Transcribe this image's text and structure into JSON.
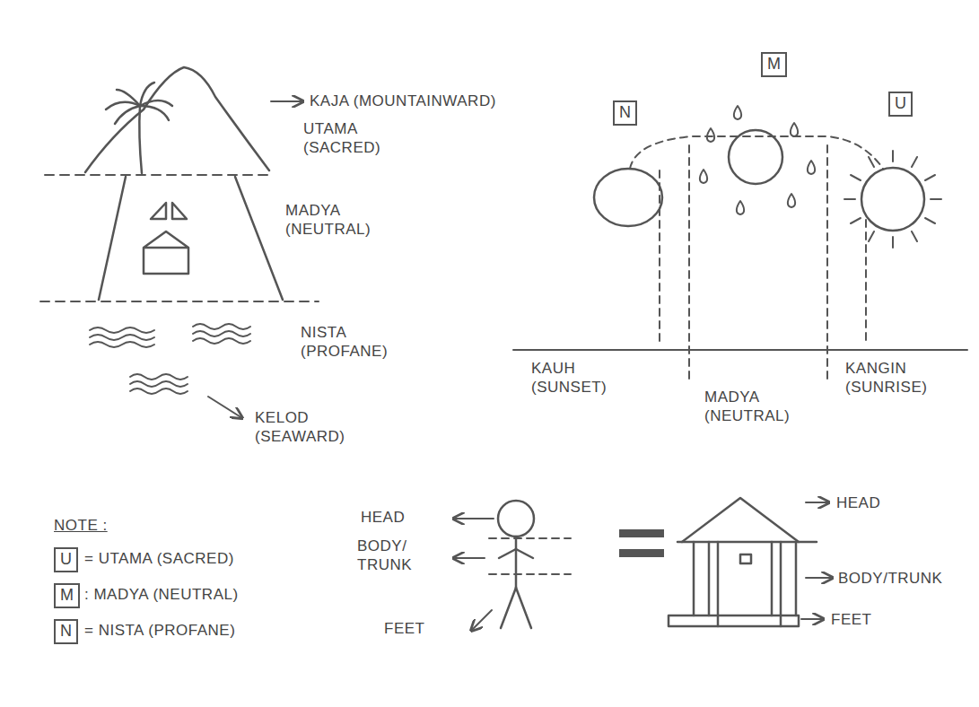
{
  "diagram": {
    "nodes": [
      {
        "text": [
          "M"
        ]
      },
      {
        "text": [
          "N"
        ]
      },
      {
        "text": [
          "U"
        ]
      },
      {
        "text": [
          "U"
        ]
      },
      {
        "text": [
          "M"
        ]
      },
      {
        "text": [
          "N"
        ]
      }
    ],
    "labels": [
      "KAJA (MOUNTAINWARD)",
      "UTAMA (SACRED)",
      "MADYA (NEUTRAL)",
      "NISTA (PROFANE)",
      "KELOD (SEAWARD)",
      "KAUH (SUNSET)",
      "MADYA (NEUTRAL)",
      "KANGIN (SUNRISE)",
      "NOTE :",
      "= UTAMA (SACRED)",
      ": MADYA (NEUTRAL)",
      "= NISTA (PROFANE)",
      "HEAD",
      "BODY/ TRUNK",
      "FEET",
      "HEAD",
      "BODY/TRUNK",
      "FEET"
    ]
  }
}
